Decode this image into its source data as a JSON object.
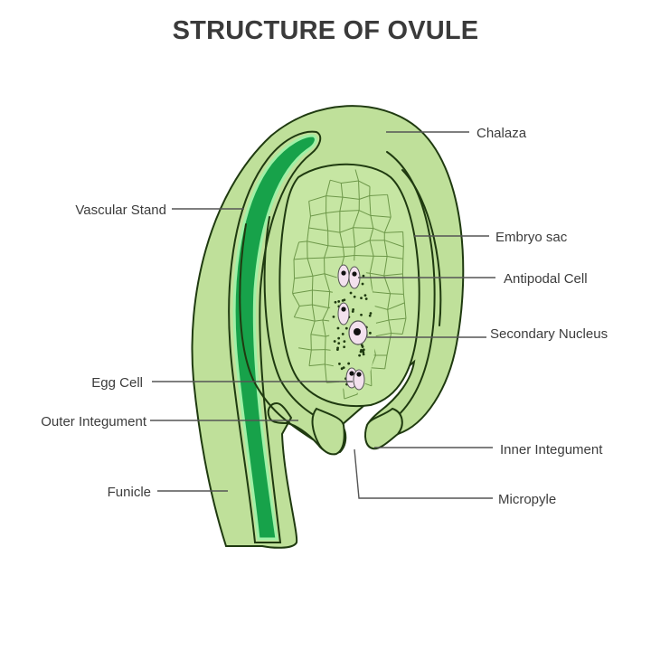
{
  "title": "STRUCTURE OF OVULE",
  "colors": {
    "tissue": "#bfe09a",
    "vascular": "#17a24a",
    "vascular_rim": "#9ff0a6",
    "outline": "#1f3a10",
    "cell_lines": "#5e8a3a",
    "nucleus_cell": "#f3e1ee",
    "label_text": "#3c3c3c",
    "title_text": "#3a3a3a"
  },
  "labels": {
    "left": [
      {
        "id": "vascular-stand",
        "text": "Vascular Stand"
      },
      {
        "id": "egg-cell",
        "text": "Egg Cell"
      },
      {
        "id": "outer-integument",
        "text": "Outer Integument"
      },
      {
        "id": "funicle",
        "text": "Funicle"
      }
    ],
    "right": [
      {
        "id": "chalaza",
        "text": "Chalaza"
      },
      {
        "id": "embryo-sac",
        "text": "Embryo sac"
      },
      {
        "id": "antipodal-cell",
        "text": "Antipodal Cell"
      },
      {
        "id": "secondary-nucleus",
        "text": "Secondary Nucleus"
      },
      {
        "id": "inner-integument",
        "text": "Inner Integument"
      },
      {
        "id": "micropyle",
        "text": "Micropyle"
      }
    ]
  }
}
